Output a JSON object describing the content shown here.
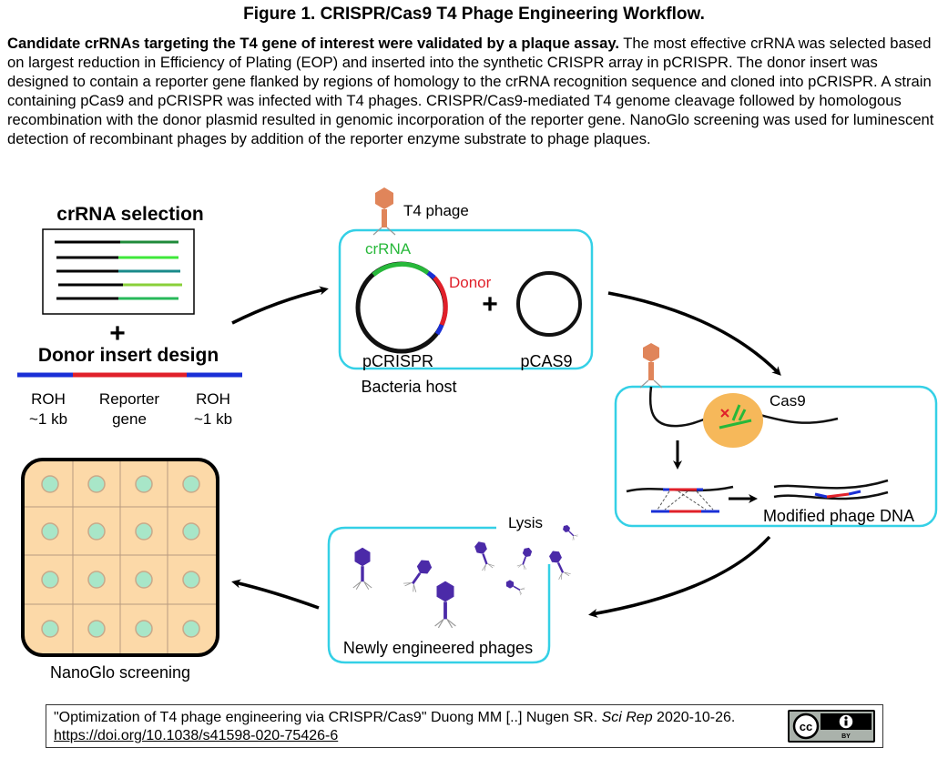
{
  "title": "Figure 1. CRISPR/Cas9 T4 Phage Engineering Workflow.",
  "caption": {
    "bold": "Candidate crRNAs targeting the T4 gene of interest were validated by a plaque assay.",
    "rest": " The most effective crRNA was selected based on largest reduction in Efficiency of Plating (EOP) and inserted into the synthetic CRISPR array in pCRISPR. The donor insert was designed to contain a reporter gene flanked by regions of homology to the crRNA recognition sequence and cloned into pCRISPR. A strain containing pCas9 and pCRISPR was infected with T4 phages. CRISPR/Cas9-mediated T4 genome cleavage followed by homologous recombination with the donor plasmid resulted in genomic incorporation of the reporter gene. NanoGlo screening was used for luminescent detection of recombinant phages by addition of the reporter enzyme substrate to phage plaques."
  },
  "diagram": {
    "crrna_selection": "crRNA selection",
    "plus": "+",
    "donor_design": "Donor insert design",
    "roh_left": [
      "ROH",
      "~1 kb"
    ],
    "reporter": [
      "Reporter",
      "gene"
    ],
    "roh_right": [
      "ROH",
      "~1 kb"
    ],
    "t4_phage": "T4 phage",
    "crrna": "crRNA",
    "donor": "Donor",
    "pcrispr": "pCRISPR",
    "pcas9": "pCAS9",
    "bacteria_host": "Bacteria host",
    "cas9": "Cas9",
    "modified_dna": "Modified phage DNA",
    "lysis": "Lysis",
    "new_phages": "Newly engineered phages",
    "nanoglo": "NanoGlo screening"
  },
  "citation": {
    "text_before": "\"Optimization of T4 phage engineering via CRISPR/Cas9\" Duong MM [..] Nugen SR. ",
    "journal": "Sci Rep",
    "text_after": " 2020-10-26.",
    "doi": "https://doi.org/10.1038/s41598-020-75426-6",
    "license_label": "BY"
  },
  "colors": {
    "box_border": "#34d0e6",
    "phage_purple": "#4b2aa8",
    "phage_orange": "#e0855a",
    "plate_fill": "#fcd9a8",
    "well_green": "#a8e6c8",
    "roh_blue": "#1a2fd6",
    "reporter_red": "#e0202a",
    "crrna_green": "#27b83a"
  }
}
